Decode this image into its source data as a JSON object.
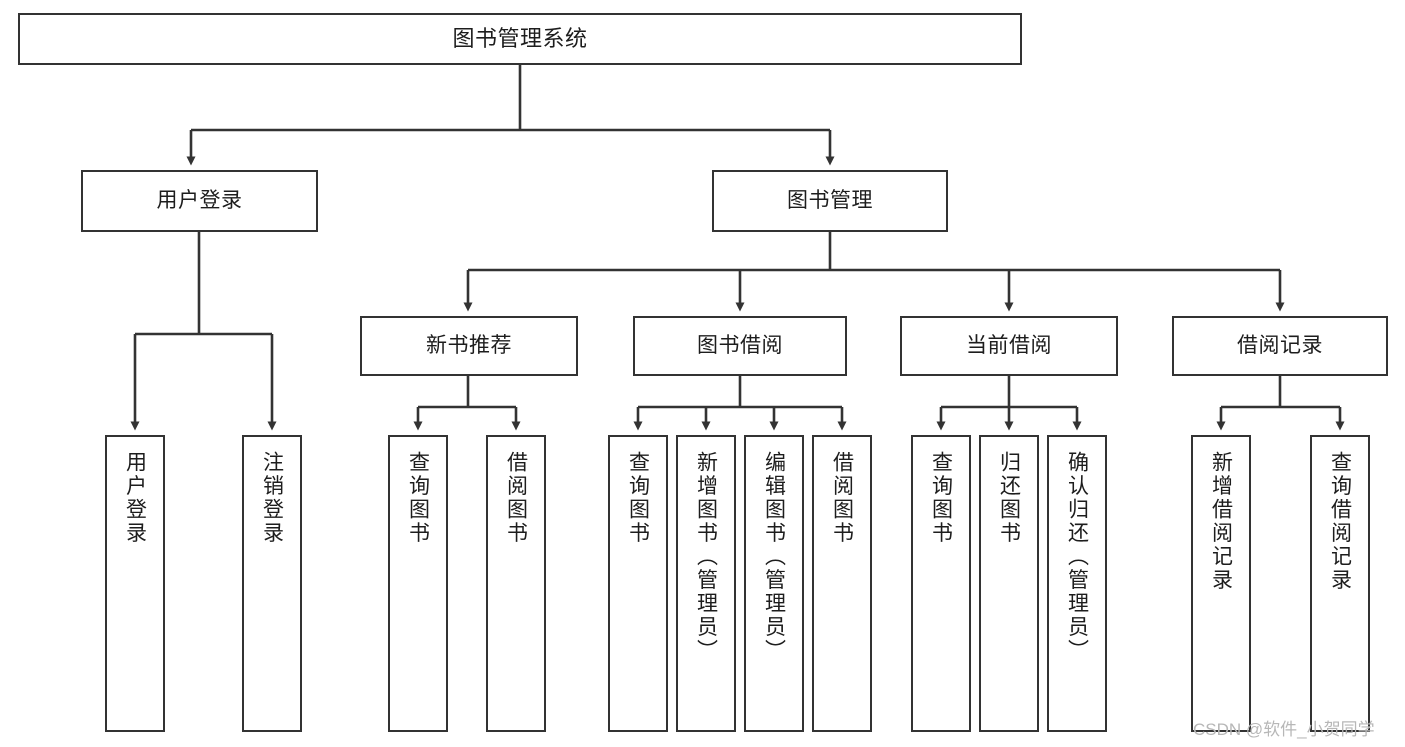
{
  "diagram": {
    "title": "图书管理系统",
    "type": "tree-hierarchy",
    "stroke_color": "#333333",
    "fill_color": "#ffffff",
    "text_color": "#1d1d1d",
    "watermark": "CSDN @软件_小贺同学",
    "watermark_color": "#b7b7b7"
  },
  "nodes": {
    "root": {
      "label": "图书管理系统"
    },
    "level2": [
      {
        "label": "用户登录"
      },
      {
        "label": "图书管理"
      }
    ],
    "level3": [
      {
        "label": "新书推荐"
      },
      {
        "label": "图书借阅"
      },
      {
        "label": "当前借阅"
      },
      {
        "label": "借阅记录"
      }
    ],
    "leaves": {
      "user_login": [
        {
          "label": "用户登录"
        },
        {
          "label": "注销登录"
        }
      ],
      "new_book_recommend": [
        {
          "label": "查询图书"
        },
        {
          "label": "借阅图书"
        }
      ],
      "book_borrow": [
        {
          "label": "查询图书"
        },
        {
          "label": "新增图书（管理员）"
        },
        {
          "label": "编辑图书（管理员）"
        },
        {
          "label": "借阅图书"
        }
      ],
      "current_borrow": [
        {
          "label": "查询图书"
        },
        {
          "label": "归还图书"
        },
        {
          "label": "确认归还（管理员）"
        }
      ],
      "borrow_record": [
        {
          "label": "新增借阅记录"
        },
        {
          "label": "查询借阅记录"
        }
      ]
    }
  }
}
